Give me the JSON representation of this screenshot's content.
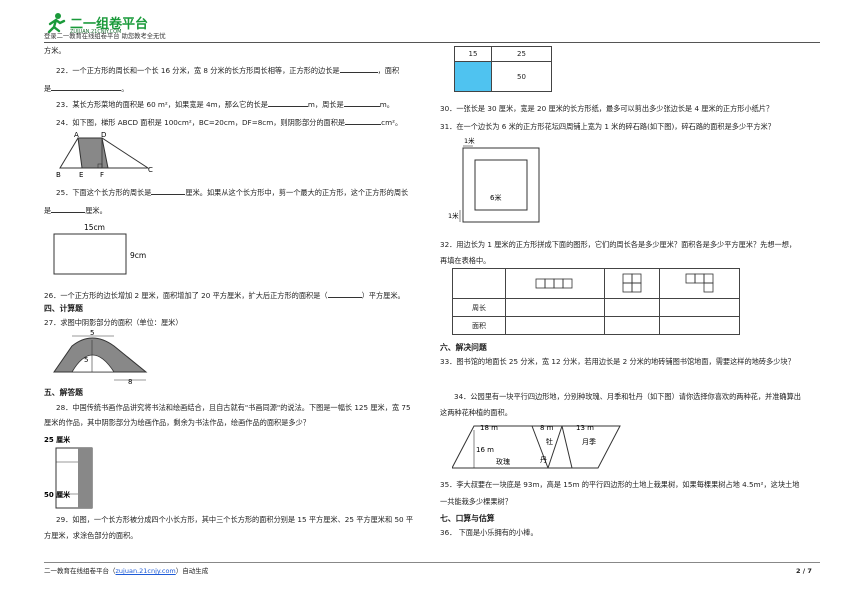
{
  "header": {
    "logo_text": "二一组卷平台",
    "logo_sub": "ZUJUAN.21CNJY.COM",
    "slogan": "登录二一教育在线组卷平台  助您教考全无忧"
  },
  "left": {
    "top_fragment": "方米。",
    "q22a": "22．一个正方形的周长和一个长 16 分米，宽 8 分米的长方形周长相等，正方形的边长是",
    "q22b": "，面积",
    "q22c": "是",
    "q22d": "。",
    "q23a": "23．某长方形菜地的面积是 60 m²，如果宽是 4m，那么它的长是",
    "q23b": "m，周长是",
    "q23c": "m。",
    "q24a": "24．如下图，梯形 ABCD 面积是 100cm²，BC=20cm，DF=8cm，则阴影部分的面积是",
    "q24b": "cm²。",
    "fig24": {
      "A": "A",
      "D": "D",
      "B": "B",
      "E": "E",
      "F": "F",
      "C": "C"
    },
    "q25a": "25．下面这个长方形的周长是",
    "q25b": "厘米。如果从这个长方形中，剪一个最大的正方形，这个正方形的周长",
    "q25c": "是",
    "q25d": "厘米。",
    "fig25": {
      "width_label": "15cm",
      "height_label": "9cm"
    },
    "q26": "26．一个正方形的边长增加 2 厘米，面积增加了 20 平方厘米，扩大后正方形的面积是（",
    "q26b": "）平方厘米。",
    "sec4": "四、计算题",
    "q27": "27．求图中阴影部分的面积（单位：厘米）",
    "fig27": {
      "top": "5",
      "mid": "5",
      "bottom": "8"
    },
    "sec5": "五、解答题",
    "q28a": "28．中国传统书画作品讲究将书法和绘画结合，且自古就有\"书画同源\"的说法。下图是一幅长 125 厘米，宽 75",
    "q28b": "厘米的作品，其中阴影部分为绘画作品，剩余为书法作品，绘画作品的面积是多少？",
    "fig28": {
      "top": "25 厘米",
      "side": "50 厘米"
    },
    "q29a": "29．如图，一个长方形被分成四个小长方形，其中三个长方形的面积分别是 15 平方厘米、25 平方厘米和 50 平",
    "q29b": "方厘米，求涂色部分的面积。"
  },
  "right": {
    "fig29": {
      "c1": "15",
      "c2": "25",
      "c4": "50"
    },
    "q30": "30．一张长是 30 厘米，宽是 20 厘米的长方形纸，最多可以剪出多少张边长是 4 厘米的正方形小纸片？",
    "q31": "31．在一个边长为 6 米的正方形花坛四周铺上宽为 1 米的碎石路(如下图)，碎石路的面积是多少平方米？",
    "fig31": {
      "top": "1米",
      "inner": "6米",
      "left": "1米"
    },
    "q32a": "32．用边长为 1 厘米的正方形拼成下面的图形，它们的周长各是多少厘米？面积各是多少平方厘米？先想一想，",
    "q32b": "再填在表格中。",
    "table32": {
      "row1": "周长",
      "row2": "面积"
    },
    "sec6": "六、解决问题",
    "q33": "33．图书馆的地面长 25 分米，宽 12 分米，若用边长是 2 分米的地砖铺图书馆地面，需要这样的地砖多少块？",
    "q34a": "34．公园里有一块平行四边形地，分别种玫瑰、月季和牡丹（如下图）请你选择你喜欢的两种花，并准确算出",
    "q34b": "这两种花种植的面积。",
    "fig34": {
      "d1": "18 m",
      "d2": "8 m",
      "d3": "13 m",
      "h": "16 m",
      "rose": "玫瑰",
      "peony1": "牡",
      "peony2": "丹",
      "moon": "月季"
    },
    "q35a": "35．李大叔要在一块底是 93m，高是 15m 的平行四边形的土地上栽果树，如果每棵果树占地 4.5m²，这块土地",
    "q35b": "一共能栽多少棵果树？",
    "sec7": "七、口算与估算",
    "q36": "36．    下面是小乐拥有的小棒。"
  },
  "footer": {
    "left_prefix": "二一教育在线组卷平台（",
    "link": "zujuan.21cnjy.com",
    "left_suffix": "）自动生成",
    "page": "2 / 7"
  },
  "colors": {
    "accent": "#1a9a3a",
    "cell_blue": "#4fc3f0",
    "shade": "#888888",
    "link": "#1e5bd7"
  }
}
